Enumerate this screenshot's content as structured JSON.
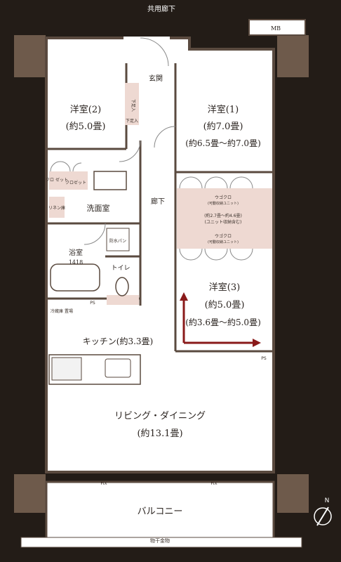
{
  "header": {
    "corridor": "共用廊下",
    "mb": "MB"
  },
  "rooms": {
    "western2": {
      "name": "洋室(2)",
      "size": "(約5.0畳)"
    },
    "western1": {
      "name": "洋室(1)",
      "size": "(約7.0畳)",
      "range": "(約6.5畳～約7.0畳)"
    },
    "western3": {
      "name": "洋室(3)",
      "size": "(約5.0畳)",
      "range": "(約3.6畳～約5.0畳)"
    },
    "entrance": "玄関",
    "shoe_box": "下足入",
    "shoe_box2": "下足入",
    "hallway": "廊下",
    "closet1": "クロ\nゼット",
    "closet2": "クロゼット",
    "linen": "リネン庫",
    "washroom": "洗面室",
    "bathroom": {
      "name": "浴室",
      "size": "1418"
    },
    "wpan": "防水パン",
    "toilet": "トイレ",
    "ps1": "PS",
    "ps2": "PS",
    "fridge": "冷蔵庫\n置場",
    "kitchen": "キッチン(約3.3畳)",
    "living": {
      "name": "リビング・ダイニング",
      "size": "(約13.1畳)"
    },
    "balcony": "バルコニー",
    "laundry": "物干金物",
    "fix1": "FIX",
    "fix2": "FIX",
    "wcl_top": {
      "line1": "ウゴクロ",
      "line2": "(可動収納ユニット)"
    },
    "wcl_mid": {
      "line1": "(約2.7畳～約4.6畳)",
      "line2": "(ユニット収納含む)"
    },
    "wcl_bot": {
      "line1": "ウゴクロ",
      "line2": "(可動収納ユニット)"
    }
  },
  "compass": "N",
  "colors": {
    "background": "#231c17",
    "floor": "#ffffff",
    "wall": "#5a4a3f",
    "storage": "#eed9d2",
    "arrow": "#8a1a1a"
  }
}
